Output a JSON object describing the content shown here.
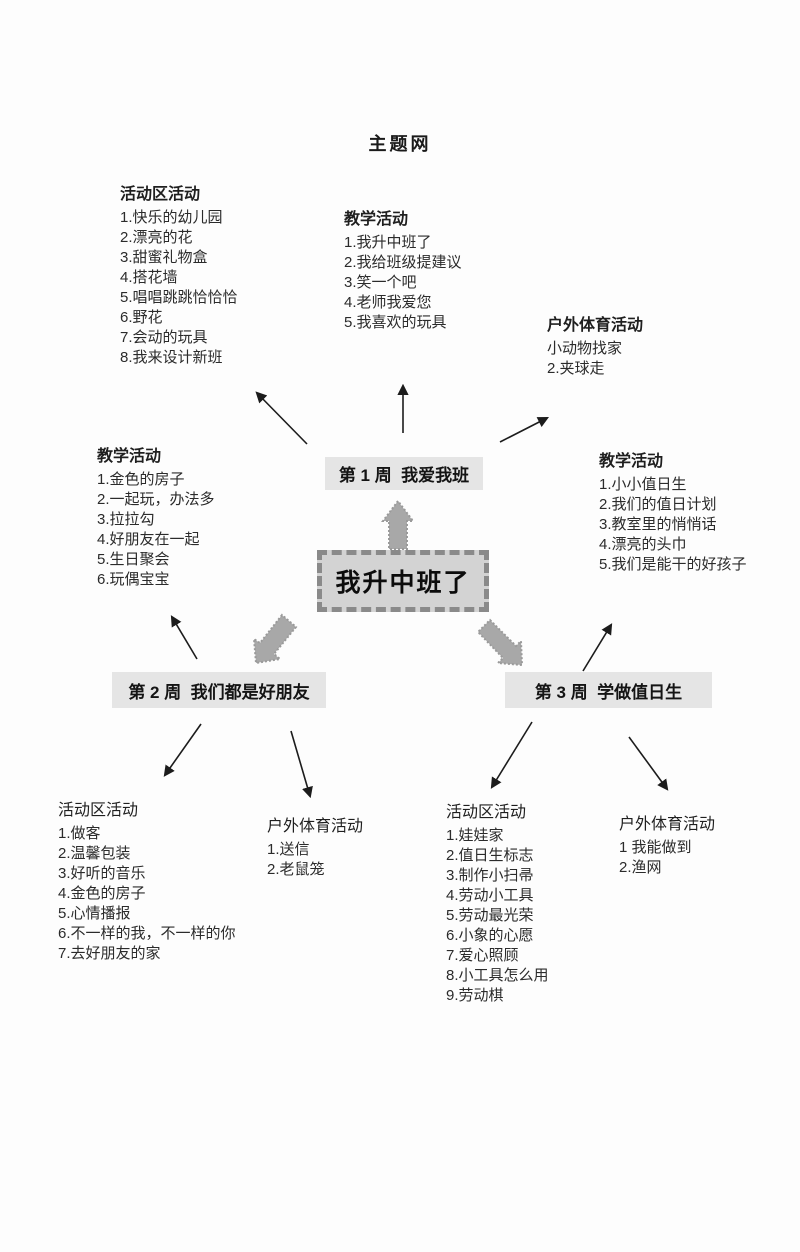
{
  "title": "主题网",
  "colors": {
    "center_box_fill": "#d3d3d3",
    "center_box_border": "#8a8a8a",
    "week_box_fill": "#e5e5e5",
    "block_arrow": "#a8a8a8",
    "text": "#262626"
  },
  "center_box": {
    "label": "我升中班了"
  },
  "week_boxes": {
    "week1": "第 1 周  我爱我班",
    "week2": "第 2 周  我们都是好朋友",
    "week3": "第 3 周  学做值日生"
  },
  "lists": {
    "week1_activity_area": {
      "header": "活动区活动",
      "items": [
        "1.快乐的幼儿园",
        "2.漂亮的花",
        "3.甜蜜礼物盒",
        "4.搭花墙",
        "5.唱唱跳跳恰恰恰",
        "6.野花",
        "7.会动的玩具",
        "8.我来设计新班"
      ]
    },
    "week1_teaching": {
      "header": "教学活动",
      "items": [
        "1.我升中班了",
        "2.我给班级提建议",
        "3.笑一个吧",
        "4.老师我爱您",
        "5.我喜欢的玩具"
      ]
    },
    "week1_outdoor": {
      "header": "户外体育活动",
      "items": [
        "小动物找家",
        "2.夹球走"
      ]
    },
    "week2_teaching": {
      "header": "教学活动",
      "items": [
        "1.金色的房子",
        "2.一起玩，办法多",
        "3.拉拉勾",
        "4.好朋友在一起",
        "5.生日聚会",
        "6.玩偶宝宝"
      ]
    },
    "week3_teaching": {
      "header": "教学活动",
      "items": [
        "1.小小值日生",
        "2.我们的值日计划",
        "3.教室里的悄悄话",
        "4.漂亮的头巾",
        "5.我们是能干的好孩子"
      ]
    },
    "week2_activity_area": {
      "header": "活动区活动",
      "items": [
        "1.做客",
        "2.温馨包装",
        "3.好听的音乐",
        "4.金色的房子",
        "5.心情播报",
        "6.不一样的我，不一样的你",
        "7.去好朋友的家"
      ]
    },
    "week2_outdoor": {
      "header": "户外体育活动",
      "items": [
        "1.送信",
        "2.老鼠笼"
      ]
    },
    "week3_activity_area": {
      "header": "活动区活动",
      "items": [
        "1.娃娃家",
        "2.值日生标志",
        "3.制作小扫帚",
        "4.劳动小工具",
        "5.劳动最光荣",
        "6.小象的心愿",
        "7.爱心照顾",
        "8.小工具怎么用",
        "9.劳动棋"
      ]
    },
    "week3_outdoor": {
      "header": "户外体育活动",
      "items": [
        "1 我能做到",
        "2.渔网"
      ]
    }
  }
}
